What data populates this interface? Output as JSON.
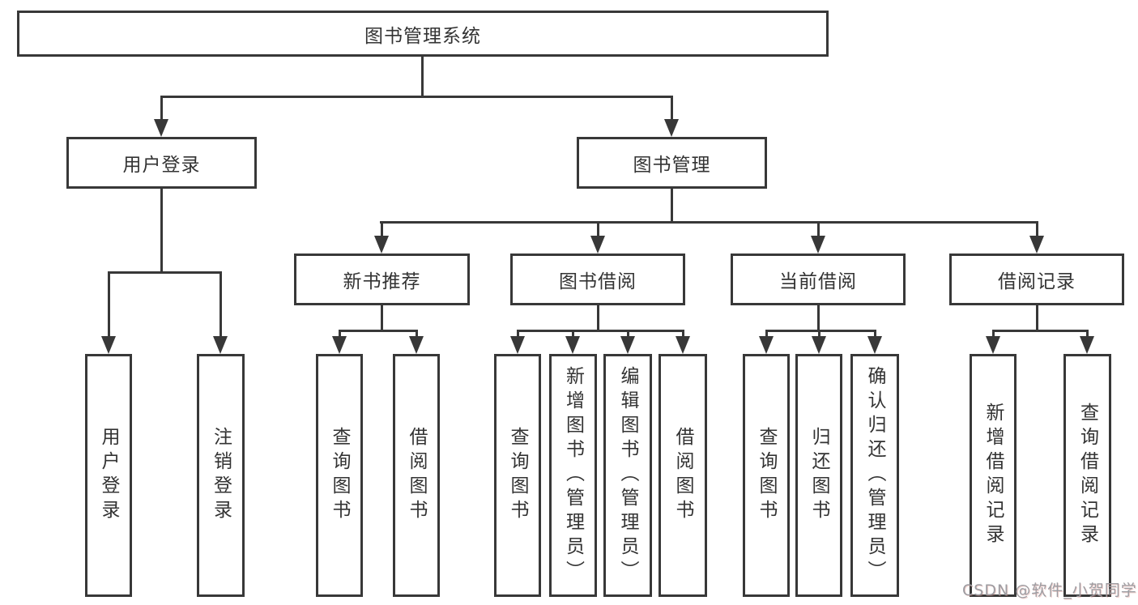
{
  "diagram": {
    "root": "图书管理系统",
    "level2": {
      "user_login": "用户登录",
      "book_management": "图书管理"
    },
    "level3": {
      "new_book_recommend": "新书推荐",
      "book_borrow": "图书借阅",
      "current_borrow": "当前借阅",
      "borrow_record": "借阅记录"
    },
    "leaves": {
      "user_login": "用户登录",
      "logout": "注销登录",
      "query_book_recommend": "查询图书",
      "borrow_book_recommend": "借阅图书",
      "query_book_borrow": "查询图书",
      "add_book_admin": "新增图书（管理员）",
      "edit_book_admin": "编辑图书（管理员）",
      "borrow_book_borrow": "借阅图书",
      "query_book_current": "查询图书",
      "return_book": "归还图书",
      "confirm_return_admin": "确认归还（管理员）",
      "add_borrow_record": "新增借阅记录",
      "query_borrow_record": "查询借阅记录"
    }
  },
  "watermark": "CSDN @软件_小贺同学",
  "colors": {
    "line": "#383838",
    "box_border": "#383838",
    "text": "#333333",
    "watermark": "#9d9da2",
    "background": "#ffffff"
  }
}
